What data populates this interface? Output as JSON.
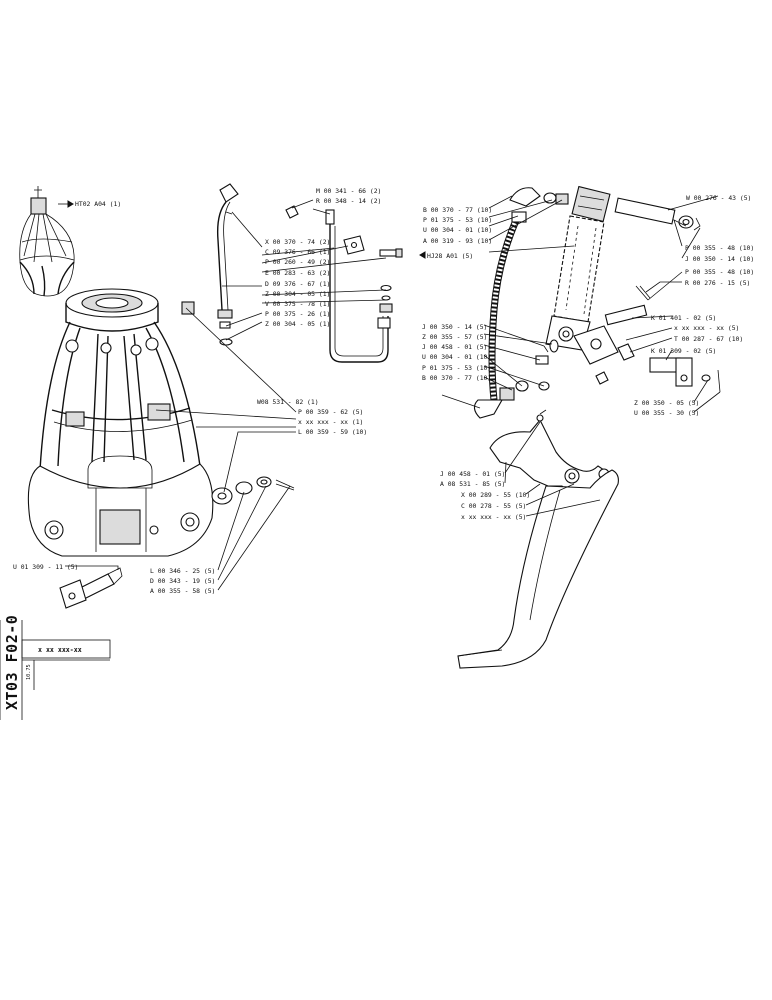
{
  "sheet": {
    "title": "XT03 F02-0",
    "code_box": "x  xx  xxx-xx",
    "date_code": "10.75"
  },
  "refs": {
    "grab": "HT02 A04 (1)",
    "cylinder": "HJ28 A01 (5)"
  },
  "labels": {
    "l1": "M 00 341 - 66 (2)",
    "l2": "R 00 348 - 14 (2)",
    "l3": "X 00 370 - 74 (2)",
    "l4": "C 09 376 - 66 (1)",
    "l5": "P 00 260 - 49 (2)",
    "l6": "E 00 283 - 63 (2)",
    "l7": "D 09 376 - 67 (1)",
    "l8": "Z 00 304 - 05 (1)",
    "l9": "V 00 375 - 78 (1)",
    "l10": "P 00 375 - 26 (1)",
    "l11": "Z 00 304 - 05 (1)",
    "l12": "W08 531 - 82 (1)",
    "l13": "P 00 359 - 62 (5)",
    "l14": "x  xx  xxx - xx (1)",
    "l15": "L 00 359 - 59 (10)",
    "l16": "U 01 309 - 11 (5)",
    "l17": "L 00 346 - 25 (5)",
    "l18": "D 00 343 - 19 (5)",
    "l19": "A 00 355 - 58 (5)",
    "r1": "B 00 370 - 77 (10)",
    "r2": "P 01 375 - 53 (10)",
    "r3": "U 00 304 - 01 (10)",
    "r4": "A 00 319 - 93 (10)",
    "r5": "W 00 276 - 43 (5)",
    "r6": "P 00 355 - 48 (10)",
    "r7": "J 00 350 - 14 (10)",
    "r8": "P 00 355 - 48 (10)",
    "r9": "R 00 276 - 15 (5)",
    "r10": "K 01 401 - 02 (5)",
    "r11": "x  xx  xxx - xx (5)",
    "r12": "T 00 287 - 67 (10)",
    "r13": "K 01 309 - 02 (5)",
    "r14": "J 00 350 - 14 (5)",
    "r15": "Z 00 355 - 57 (5)",
    "r16": "J 00 458 - 01 (5)",
    "r17": "U 00 304 - 01 (10)",
    "r18": "P 01 375 - 53 (10)",
    "r19": "B 00 370 - 77 (10)",
    "r20": "Z 00 350 - 05 (5)",
    "r21": "U 00 355 - 30 (5)",
    "t1": "J 00 458 - 01 (5)",
    "t2": "A 08 531 - 85 (5)",
    "t3": "X 00 289 - 55 (10)",
    "t4": "C 00 278 - 55 (5)",
    "t5": "x  xx  xxx - xx (5)"
  }
}
